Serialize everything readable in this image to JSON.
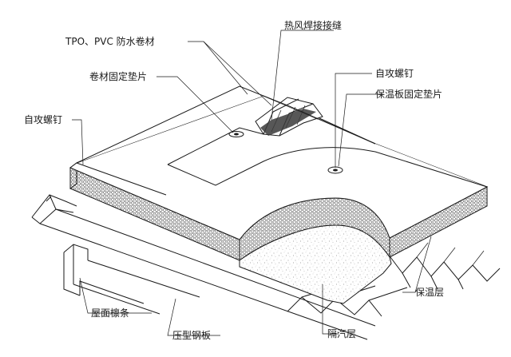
{
  "labels": {
    "tpo_pvc": "TPO、PVC 防水卷材",
    "hot_air_weld": "热风焊接接缝",
    "membrane_plate": "卷材固定垫片",
    "self_tapping_screw_right": "自攻螺钉",
    "insulation_plate": "保温板固定垫片",
    "self_tapping_screw_left": "自攻螺钉",
    "insulation_layer": "保温层",
    "purlin": "屋面檩条",
    "steel_deck": "压型钢板",
    "vapor_barrier": "隔汽层"
  },
  "colors": {
    "line": "#1a1a1a",
    "membrane": "#ffffff",
    "insulation_dots": "#555555",
    "vapor_speckle": "#8a8a8a",
    "background": "#ffffff"
  }
}
